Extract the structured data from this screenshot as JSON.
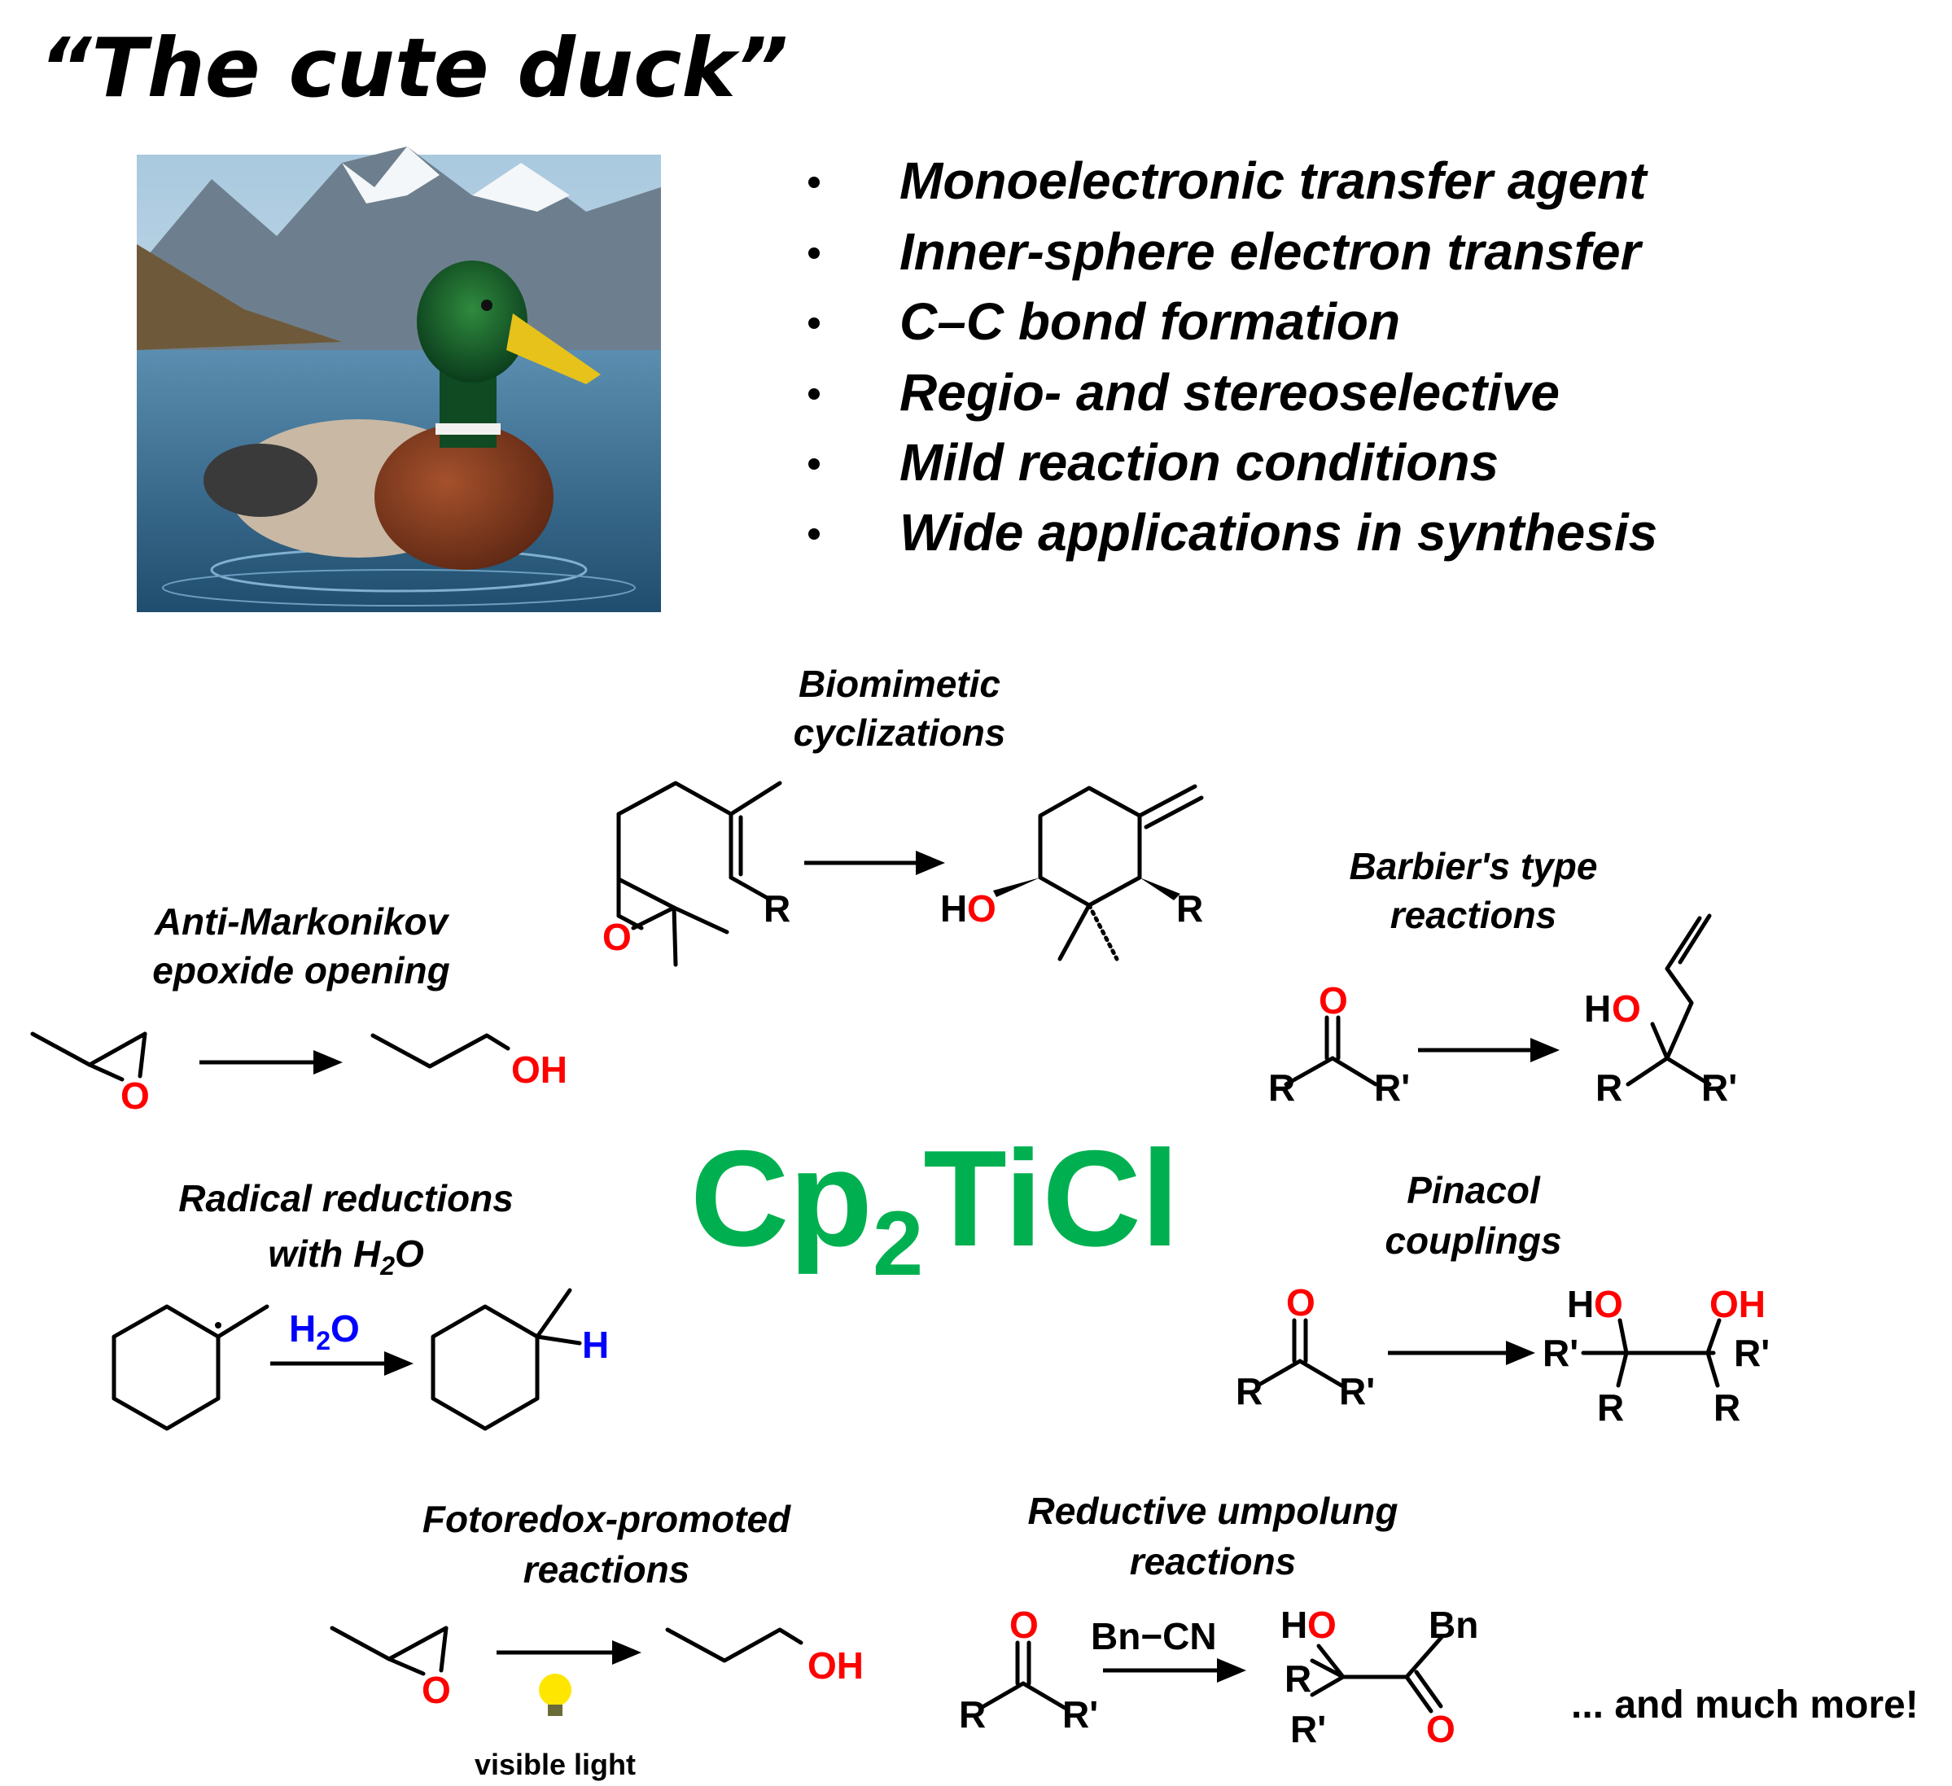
{
  "title": "“The cute duck”",
  "bullets": [
    "Monoelectronic transfer agent",
    "Inner-sphere electron transfer",
    "C–C bond formation",
    "Regio- and stereoselective",
    "Mild reaction conditions",
    "Wide applications in synthesis"
  ],
  "center": {
    "main": "Cp",
    "sub": "2",
    "rest": "TiCl",
    "color": "#00b050"
  },
  "reactions": {
    "biomimetic": {
      "line1": "Biomimetic",
      "line2": "cyclizations"
    },
    "anti_markonikov": {
      "line1": "Anti-Markonikov",
      "line2": "epoxide opening"
    },
    "barbier": {
      "line1": "Barbier's type",
      "line2": "reactions"
    },
    "radical": {
      "line1": "Radical reductions",
      "line2_pre": "with H",
      "line2_sub": "2",
      "line2_post": "O"
    },
    "pinacol": {
      "line1": "Pinacol",
      "line2": "couplings"
    },
    "fotoredox": {
      "line1": "Fotoredox-promoted",
      "line2": "reactions",
      "note": "visible light"
    },
    "umpolung": {
      "line1": "Reductive umpolung",
      "line2": "reactions",
      "reagent": "Bn−CN"
    }
  },
  "atoms": {
    "O": "O",
    "OH": "OH",
    "HO_H": "H",
    "HO_O": "O",
    "R": "R",
    "Rp": "R'",
    "H": "H",
    "H2O_H": "H",
    "H2O_2": "2",
    "H2O_O": "O",
    "Bn": "Bn"
  },
  "footer": "... and much more!",
  "colors": {
    "heteroatom": "#ff0000",
    "water": "#0000ff",
    "titanium": "#00b050",
    "bulb": "#ffe600"
  }
}
